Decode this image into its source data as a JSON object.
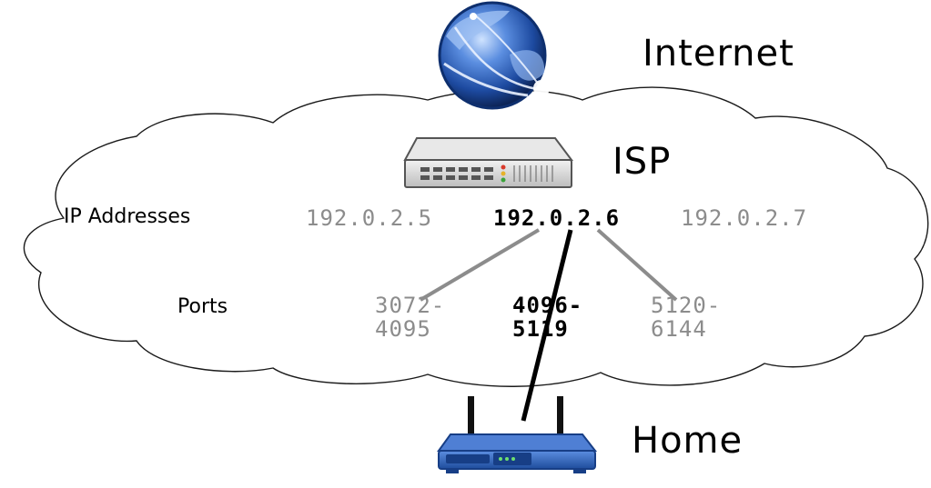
{
  "nodes": {
    "internet": {
      "label": "Internet",
      "icon": "globe-icon"
    },
    "isp": {
      "label": "ISP",
      "icon": "server-icon"
    },
    "home": {
      "label": "Home",
      "icon": "router-icon"
    }
  },
  "ip_row": {
    "label": "IP Addresses",
    "addresses": [
      {
        "value": "192.0.2.5",
        "active": false
      },
      {
        "value": "192.0.2.6",
        "active": true
      },
      {
        "value": "192.0.2.7",
        "active": false
      }
    ]
  },
  "ports_row": {
    "label": "Ports",
    "ranges": [
      {
        "line1": "3072-",
        "line2": "4095",
        "active": false
      },
      {
        "line1": "4096-",
        "line2": "5119",
        "active": true
      },
      {
        "line1": "5120-",
        "line2": "6144",
        "active": false
      }
    ]
  },
  "colors": {
    "active": "#000000",
    "inactive": "#8c8c8c",
    "router_blue": "#2b5fb0",
    "globe_blue": "#1f4fa8"
  }
}
